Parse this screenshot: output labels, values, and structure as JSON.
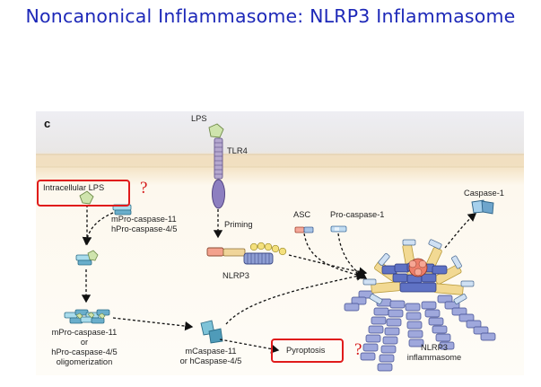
{
  "title": "Noncanonical Inflammasome: NLRP3 Inflammasome",
  "figure": {
    "panel_letter": "c",
    "labels": {
      "lps": "LPS",
      "tlr4": "TLR4",
      "intracellular_lps": "Intracellular LPS",
      "pro_caspase_11": [
        "mPro-caspase-11",
        "hPro-caspase-4/5"
      ],
      "priming": "Priming",
      "asc": "ASC",
      "pro_caspase_1": "Pro-caspase-1",
      "caspase_1": "Caspase-1",
      "nlrp3": "NLRP3",
      "oligomerization": [
        "mPro-caspase-11",
        "or",
        "hPro-caspase-4/5",
        "oligomerization"
      ],
      "caspase_11": [
        "mCaspase-11",
        "or hCaspase-4/5"
      ],
      "pyroptosis": "Pyroptosis",
      "inflammasome": [
        "NLRP3",
        "inflammasome"
      ]
    },
    "question_marks": [
      "?",
      "?"
    ],
    "colors": {
      "title": "#1d28b8",
      "highlight_box": "#e01b1b",
      "membrane": "#f2e2c6",
      "cytoplasm": "#fefaf2",
      "extracellular": "#eeeef3"
    }
  }
}
